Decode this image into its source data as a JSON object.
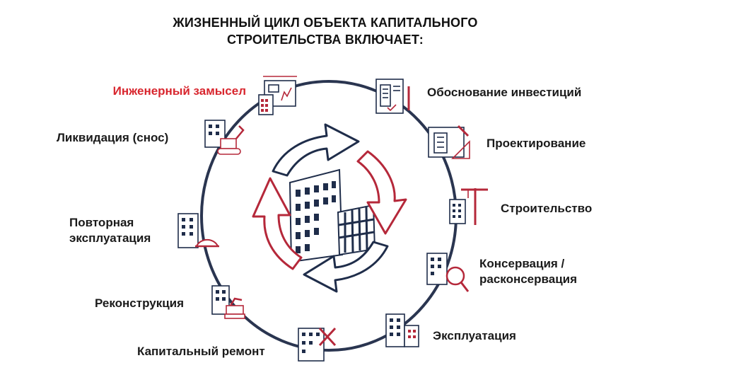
{
  "title": {
    "line1": "ЖИЗНЕННЫЙ ЦИКЛ ОБЪЕКТА КАПИТАЛЬНОГО",
    "line2": "СТРОИТЕЛЬСТВА ВКЛЮЧАЕТ:"
  },
  "colors": {
    "navy": "#1f2d4a",
    "red": "#b5283a",
    "accent_text": "#d8262e",
    "ring": "#2a3550"
  },
  "stages": {
    "s1": {
      "label": "Инженерный замысел",
      "icon": "calculator-chart-icon"
    },
    "s2": {
      "label": "Обоснование инвестиций",
      "icon": "document-building-icon"
    },
    "s3": {
      "label": "Проектирование",
      "icon": "blueprint-icon"
    },
    "s4": {
      "label": "Строительство",
      "icon": "crane-building-icon"
    },
    "s5": {
      "line1": "Консервация /",
      "line2": "расконсервация",
      "icon": "magnifier-building-icon"
    },
    "s6": {
      "label": "Эксплуатация",
      "icon": "building-icon"
    },
    "s7": {
      "label": "Капитальный ремонт",
      "icon": "tools-building-icon"
    },
    "s8": {
      "label": "Реконструкция",
      "icon": "excavator-building-icon"
    },
    "s9": {
      "line1": "Повторная",
      "line2": "эксплуатация",
      "icon": "hardhat-building-icon"
    },
    "s10": {
      "label": "Ликвидация (снос)",
      "icon": "bulldozer-building-icon"
    }
  }
}
